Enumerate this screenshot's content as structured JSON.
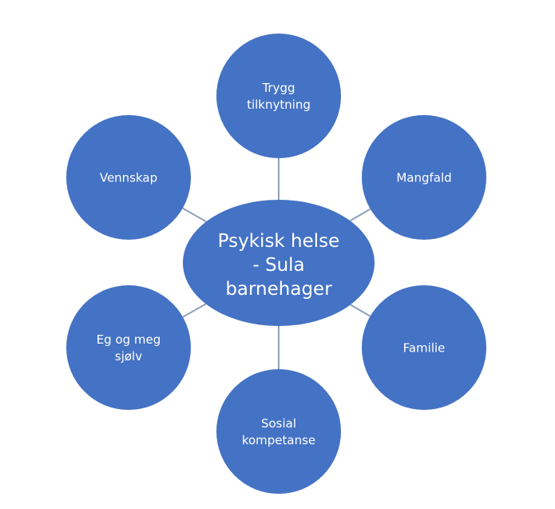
{
  "diagram": {
    "fill_color": "#4472C4",
    "link_color": "#8EA0B8",
    "center": {
      "lines": [
        "Psykisk helse",
        "- Sula",
        "barnehager"
      ]
    },
    "satellites": [
      {
        "lines": [
          "Trygg",
          "tilknytning"
        ]
      },
      {
        "lines": [
          "Mangfald"
        ]
      },
      {
        "lines": [
          "Familie"
        ]
      },
      {
        "lines": [
          "Sosial",
          "kompetanse"
        ]
      },
      {
        "lines": [
          "Eg og meg",
          "sjølv"
        ]
      },
      {
        "lines": [
          "Vennskap"
        ]
      }
    ]
  }
}
